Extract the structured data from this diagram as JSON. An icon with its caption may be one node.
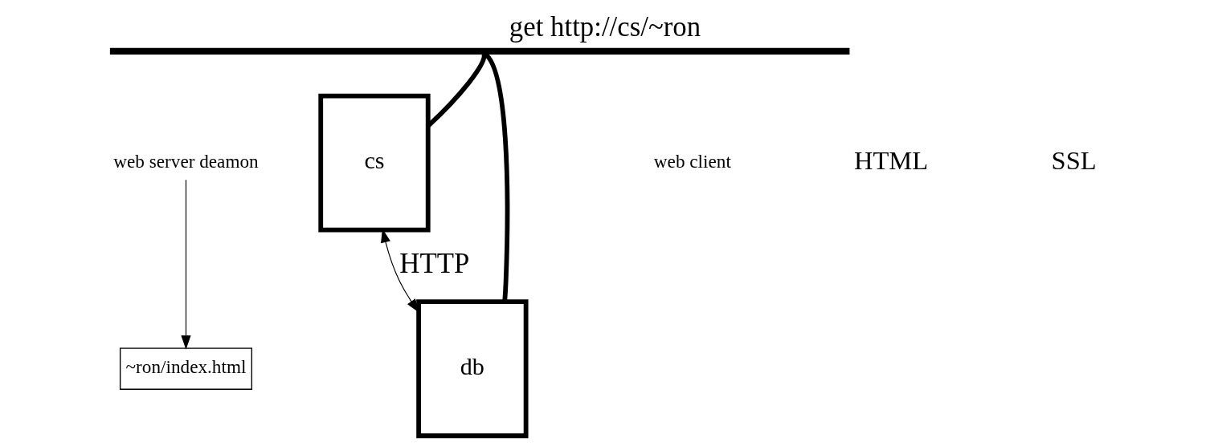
{
  "diagram": {
    "title": "get http://cs/~ron",
    "nodes": [
      {
        "text": [],
        "shape": "bar"
      },
      {
        "text": [
          "web server deamon"
        ]
      },
      {
        "text": [
          "cs"
        ]
      },
      {
        "text": [
          "~ron/index.html"
        ]
      },
      {
        "text": [
          "db"
        ]
      }
    ],
    "edges": [
      {
        "from": 2,
        "to": 0,
        "arrow": "none",
        "style": "thick"
      },
      {
        "from": 4,
        "to": 0,
        "arrow": "none",
        "style": "thick"
      },
      {
        "from": 2,
        "to": 4,
        "arrow": "both",
        "label": "HTTP"
      },
      {
        "from": 1,
        "to": 3,
        "arrow": "to"
      }
    ],
    "labels": [
      "web client",
      "HTML",
      "SSL"
    ]
  }
}
